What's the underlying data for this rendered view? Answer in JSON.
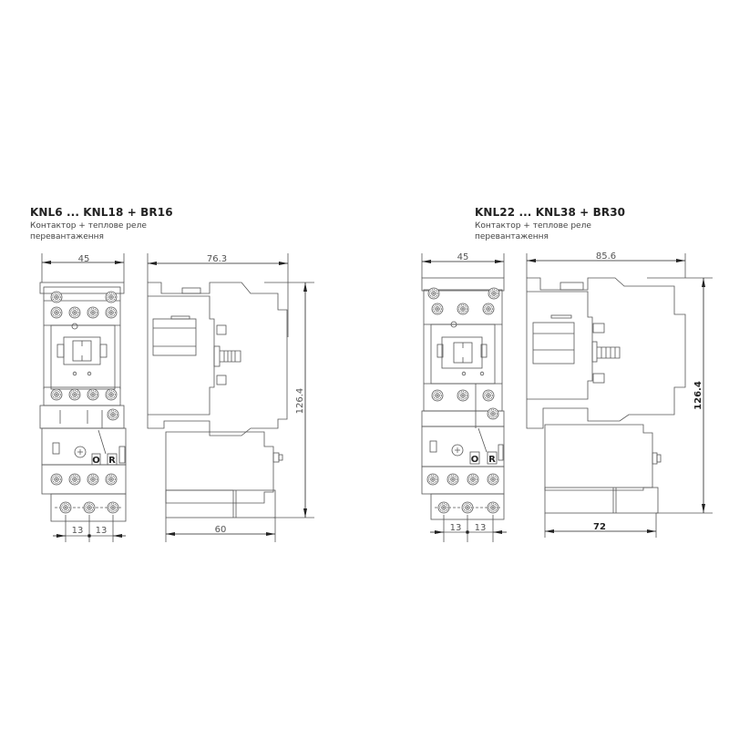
{
  "left": {
    "title": "KNL6 ... KNL18 + BR16",
    "subtitle_line1": "Контактор + теплове реле",
    "subtitle_line2": "перевантаження",
    "front_width": "45",
    "pitch_left": "13",
    "pitch_right": "13",
    "side_depth": "76.3",
    "height": "126.4",
    "relay_depth": "60",
    "button_o": "O",
    "button_r": "R"
  },
  "right": {
    "title": "KNL22 ... KNL38 + BR30",
    "subtitle_line1": "Контактор + теплове реле",
    "subtitle_line2": "перевантаження",
    "front_width": "45",
    "pitch_left": "13",
    "pitch_right": "13",
    "side_depth": "85.6",
    "height": "126.4",
    "relay_depth": "72",
    "button_o": "O",
    "button_r": "R"
  },
  "colors": {
    "line": "#555555",
    "text": "#222222"
  }
}
